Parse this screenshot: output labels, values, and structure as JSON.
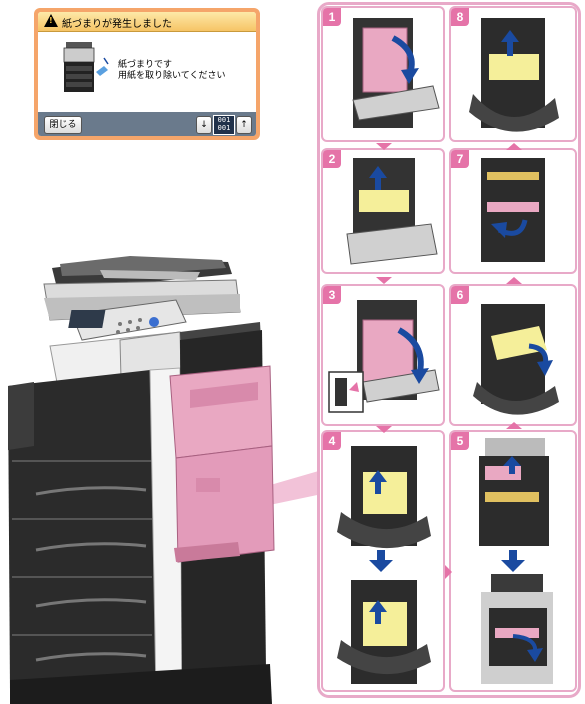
{
  "screen": {
    "title": "紙づまりが発生しました",
    "message_line1": "紙づまりです",
    "message_line2": "用紙を取り除いてください",
    "close_label": "閉じる",
    "counter_current": "001",
    "counter_total": "001",
    "down_arrow": "↓",
    "up_arrow": "↑"
  },
  "steps": [
    {
      "label": "1"
    },
    {
      "label": "2"
    },
    {
      "label": "3"
    },
    {
      "label": "4"
    },
    {
      "label": "5"
    },
    {
      "label": "6"
    },
    {
      "label": "7"
    },
    {
      "label": "8"
    }
  ],
  "colors": {
    "accent_pink": "#e573a8",
    "frame_pink": "#e8a9c8",
    "arrow_blue": "#1a4aa0",
    "highlight_pink": "#e9a8c2",
    "toner_yellow": "#f5ef9a",
    "machine_dark": "#2b2b2b"
  }
}
